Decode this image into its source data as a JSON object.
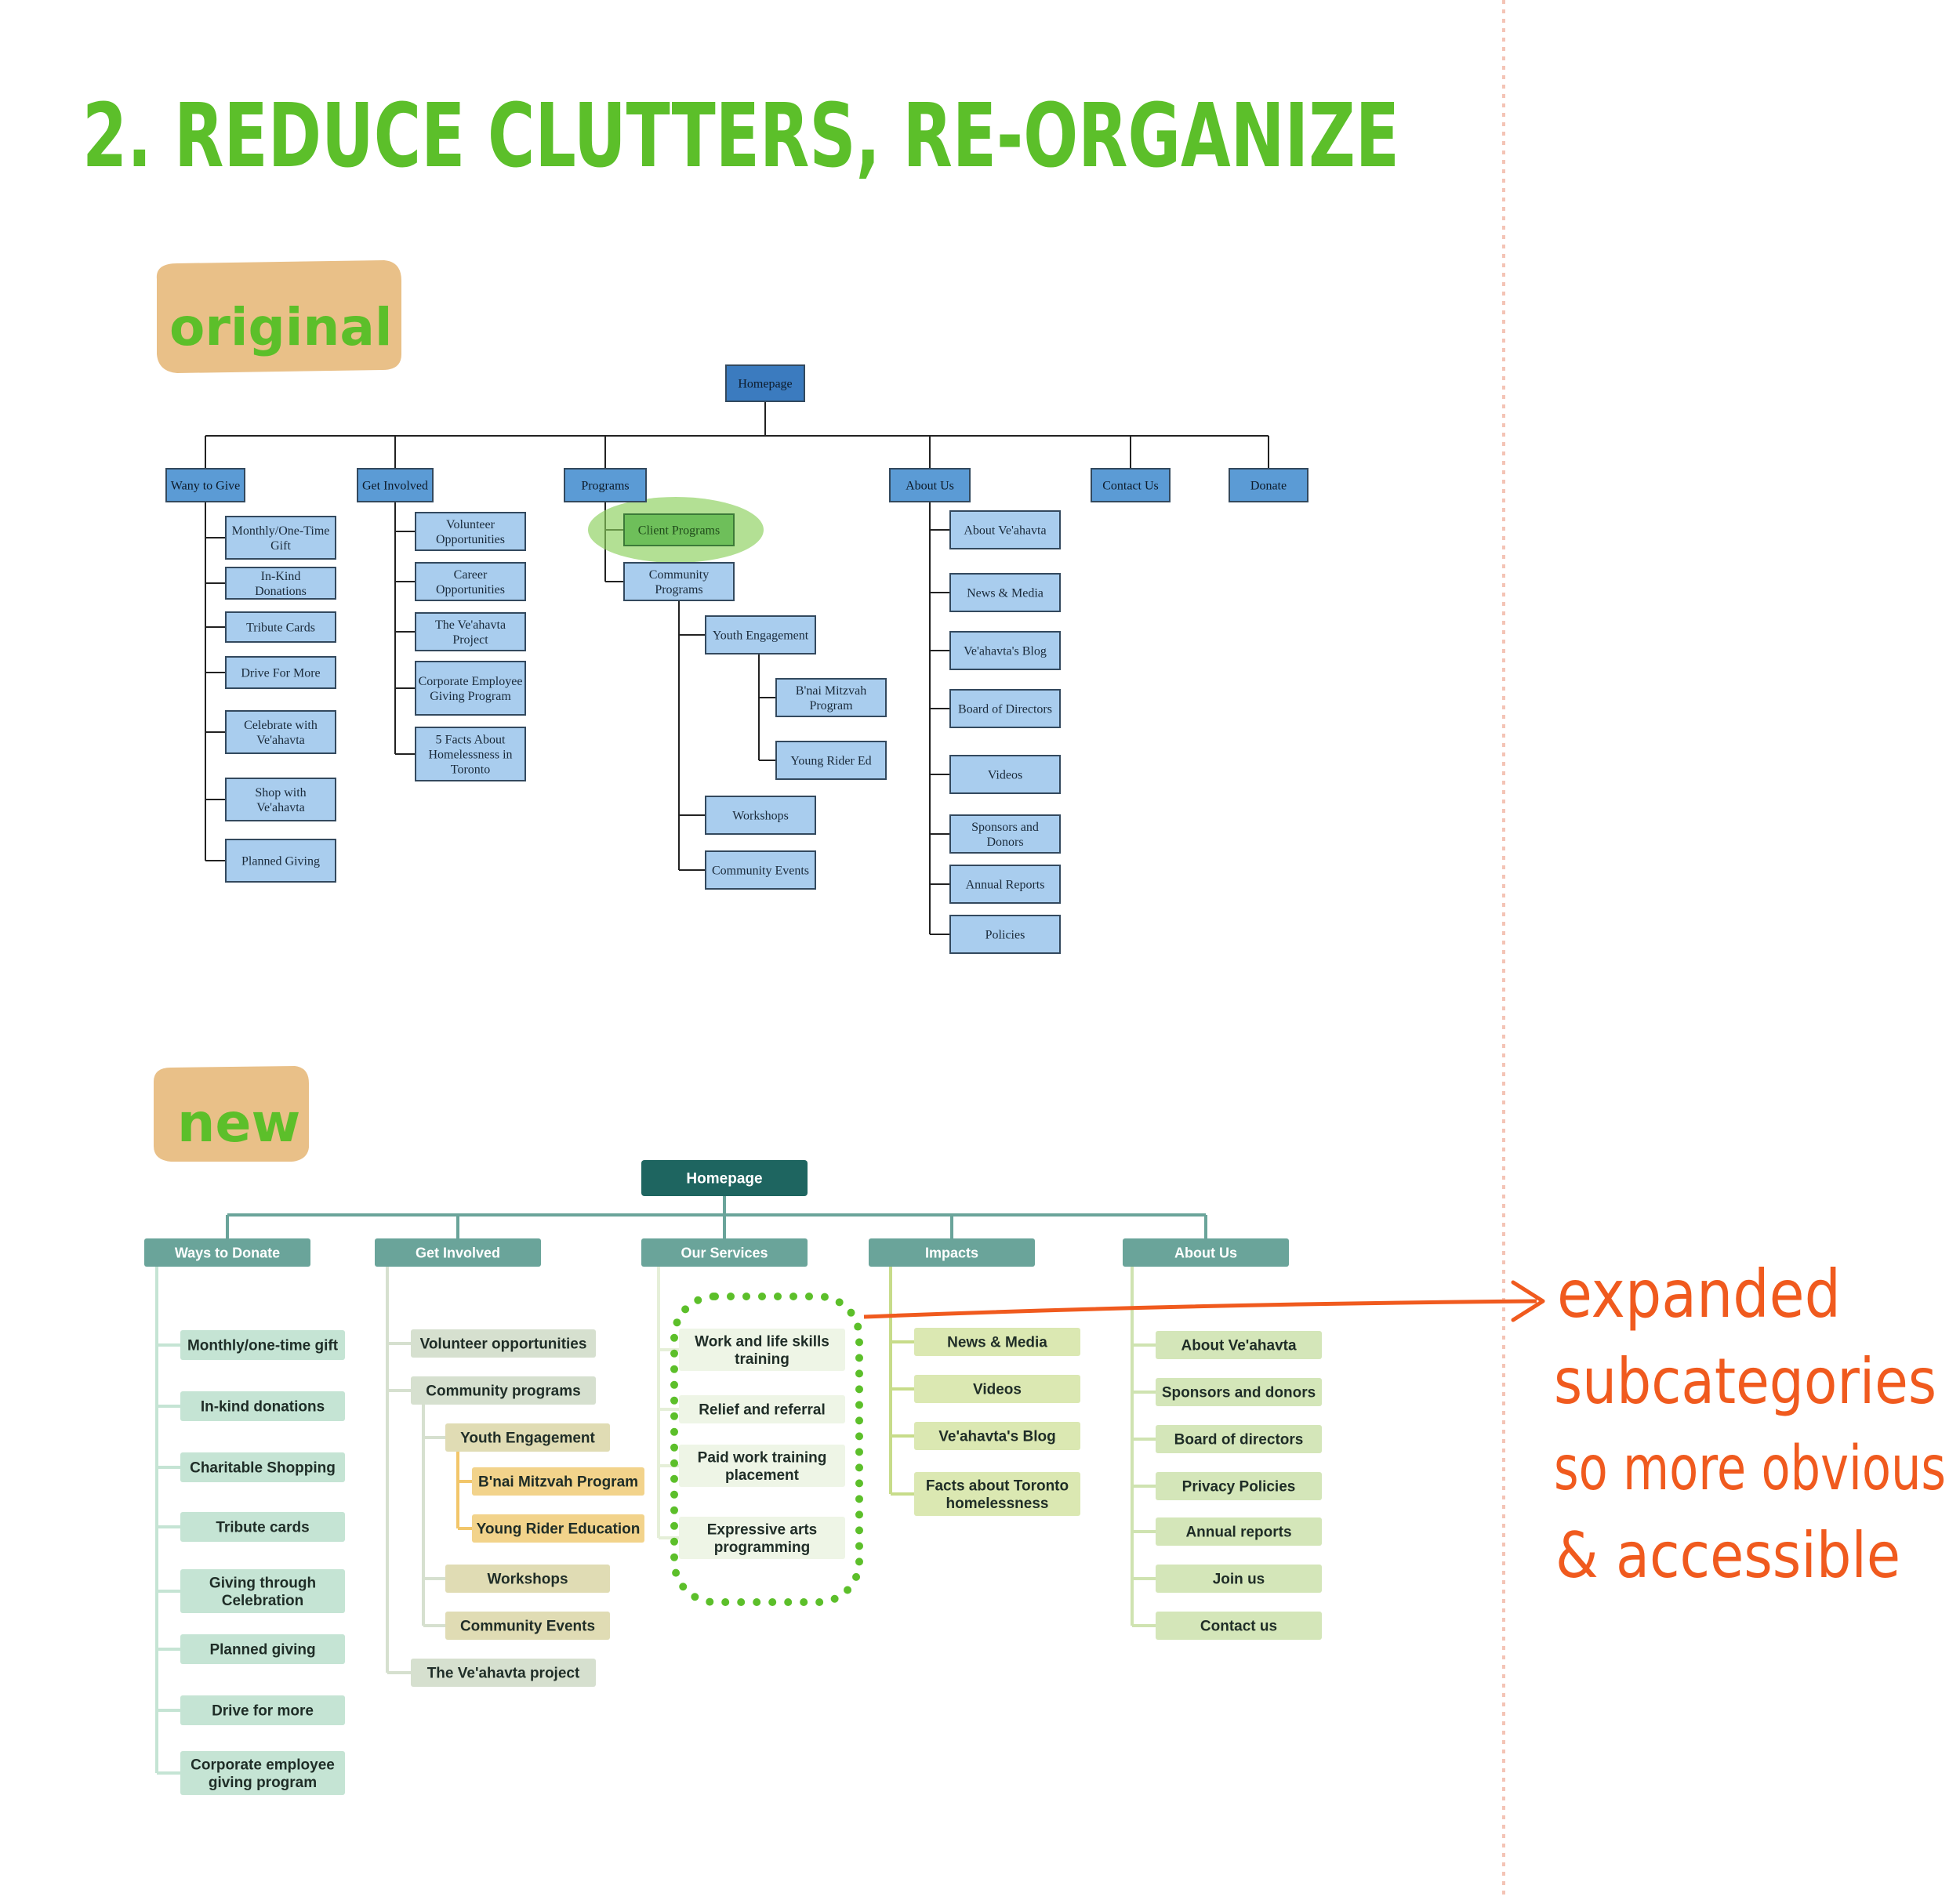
{
  "heading": "2. REDUCE CLUTTERS, RE-ORGANIZE",
  "tag_original": "original",
  "tag_new": "new",
  "annotation": {
    "line1": "expanded",
    "line2": "subcategories",
    "line3": "so more obvious",
    "line4": "& accessible"
  },
  "original": {
    "root": "Homepage",
    "categories": [
      "Wany to Give",
      "Get Involved",
      "Programs",
      "About Us",
      "Contact Us",
      "Donate"
    ],
    "ways_to_give": [
      "Monthly/One-Time Gift",
      "In-Kind Donations",
      "Tribute Cards",
      "Drive For More",
      "Celebrate with Ve'ahavta",
      "Shop with Ve'ahavta",
      "Planned Giving"
    ],
    "get_involved": [
      "Volunteer Opportunities",
      "Career Opportunities",
      "The Ve'ahavta Project",
      "Corporate Employee Giving Program",
      "5 Facts About Homelessness in Toronto"
    ],
    "programs": [
      "Client Programs",
      "Community Programs"
    ],
    "community_programs": [
      "Youth Engagement",
      "Workshops",
      "Community Events"
    ],
    "youth_engagement": [
      "B'nai Mitzvah Program",
      "Young Rider Ed"
    ],
    "about_us": [
      "About Ve'ahavta",
      "News & Media",
      "Ve'ahavta's Blog",
      "Board of Directors",
      "Videos",
      "Sponsors and Donors",
      "Annual Reports",
      "Policies"
    ]
  },
  "new": {
    "root": "Homepage",
    "categories": [
      "Ways to Donate",
      "Get Involved",
      "Our Services",
      "Impacts",
      "About Us"
    ],
    "ways_to_donate": [
      "Monthly/one-time gift",
      "In-kind donations",
      "Charitable Shopping",
      "Tribute cards",
      "Giving through Celebration",
      "Planned giving",
      "Drive for more",
      "Corporate employee giving program"
    ],
    "get_involved": [
      "Volunteer opportunities",
      "Community programs",
      "The Ve'ahavta project"
    ],
    "community_programs": [
      "Youth Engagement",
      "Workshops",
      "Community Events"
    ],
    "youth_engagement": [
      "B'nai Mitzvah Program",
      "Young Rider Education"
    ],
    "our_services": [
      "Work and life skills training",
      "Relief and referral",
      "Paid work training placement",
      "Expressive arts programming"
    ],
    "impacts": [
      "News & Media",
      "Videos",
      "Ve'ahavta's Blog",
      "Facts about Toronto homelessness"
    ],
    "about_us": [
      "About Ve'ahavta",
      "Sponsors and donors",
      "Board of directors",
      "Privacy Policies",
      "Annual reports",
      "Join us",
      "Contact us"
    ]
  },
  "colors": {
    "heading_green": "#5cbf2a",
    "tag_orange": "#e9c088",
    "annotation_red": "#f05a1e",
    "orig_top_box": "#3b7bbf",
    "orig_cat_box": "#5b9bd5",
    "orig_sub_box": "#a9cdee",
    "orig_highlight": "#8ad05a",
    "new_root": "#1e6560",
    "new_cat": "#6aa49a",
    "new_donate_leaf": "#c5e4d4",
    "new_involved_leaf": "#d6e0cf",
    "new_youth": "#e0dcb4",
    "new_youth_leaf": "#f2d38b",
    "new_services_leaf": "#eef5e6",
    "new_impacts_leaf": "#dbe8b2",
    "new_about_leaf": "#d4e6b9",
    "dotted_green": "#5cbf2a"
  }
}
